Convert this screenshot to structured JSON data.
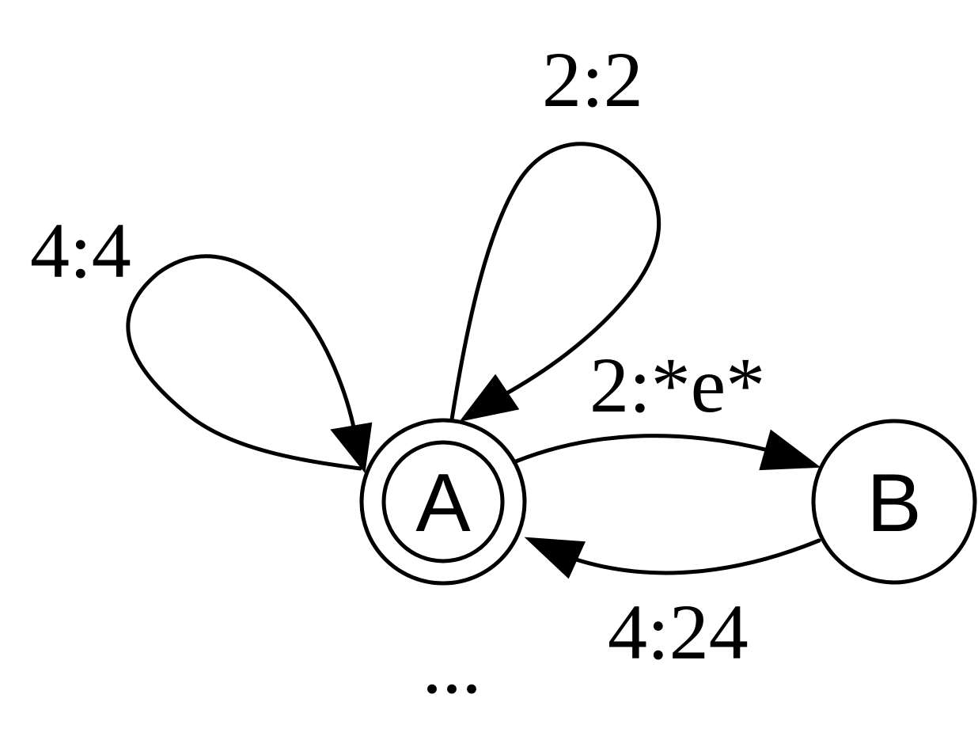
{
  "diagram": {
    "type": "state-machine",
    "stroke_color": "#000000",
    "background_color": "#ffffff",
    "nodes": [
      {
        "id": "A",
        "label": "A",
        "accepting": true
      },
      {
        "id": "B",
        "label": "B",
        "accepting": false
      }
    ],
    "edges": [
      {
        "from": "A",
        "to": "A",
        "label": "4:4"
      },
      {
        "from": "A",
        "to": "A",
        "label": "2:2"
      },
      {
        "from": "A",
        "to": "B",
        "label": "2:*e*"
      },
      {
        "from": "B",
        "to": "A",
        "label": "4:24"
      }
    ],
    "continuation_text": "..."
  }
}
